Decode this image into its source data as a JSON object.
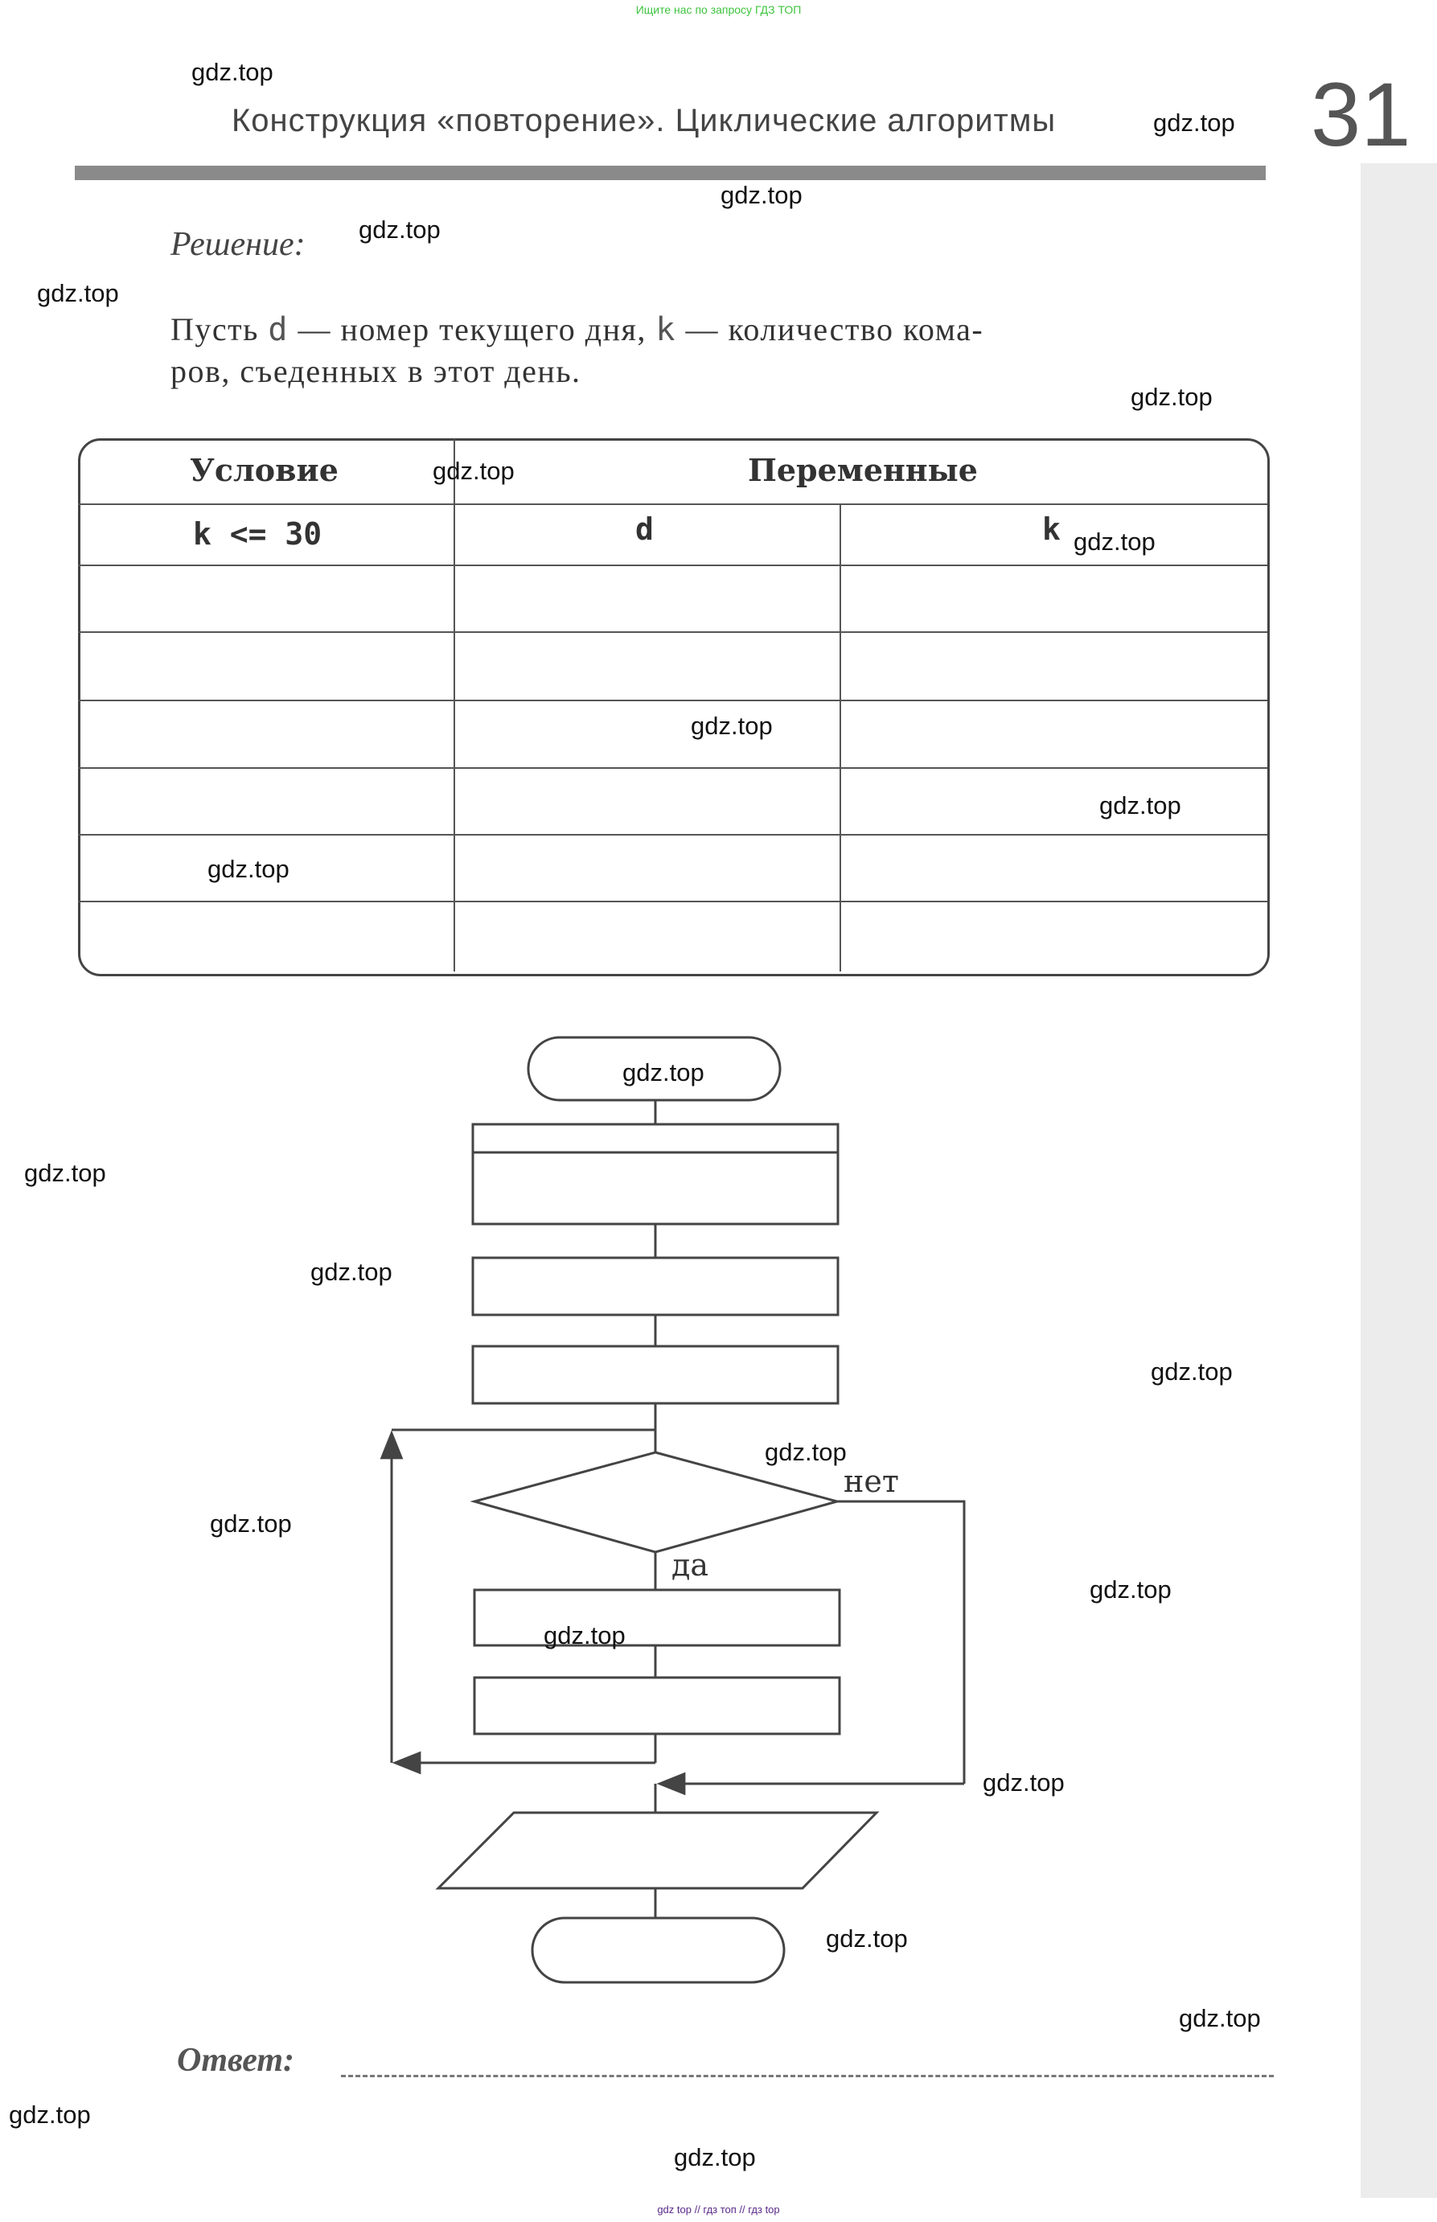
{
  "banner_top": "Ищите нас по запросу ГДЗ ТОП",
  "banner_bottom": "gdz top  //  гдз топ  //  гдз top",
  "header": {
    "title": "Конструкция «повторение». Циклические алгоритмы",
    "page_number": "31"
  },
  "solution": {
    "label": "Решение:",
    "line1_a": "Пусть ",
    "var_d": "d",
    "line1_b": " — номер текущего дня, ",
    "var_k": "k",
    "line1_c": " — количество кома-",
    "line2": "ров, съеденных в этот день."
  },
  "table": {
    "header_condition": "Условие",
    "header_variables": "Переменные",
    "row1": {
      "condition": "k <= 30",
      "var1": "d",
      "var2": "k"
    },
    "empty_rows": 6
  },
  "flowchart": {
    "no_label": "нет",
    "yes_label": "да"
  },
  "answer": {
    "label": "Ответ:"
  },
  "watermarks": [
    "gdz.top",
    "gdz.top",
    "gdz.top",
    "gdz.top",
    "gdz.top",
    "gdz.top",
    "gdz.top",
    "gdz.top",
    "gdz.top",
    "gdz.top",
    "gdz.top",
    "gdz.top",
    "gdz.top",
    "gdz.top",
    "gdz.top",
    "gdz.top",
    "gdz.top",
    "gdz.top",
    "gdz.top",
    "gdz.top",
    "gdz.top",
    "gdz.top",
    "gdz.top",
    "gdz.top"
  ]
}
